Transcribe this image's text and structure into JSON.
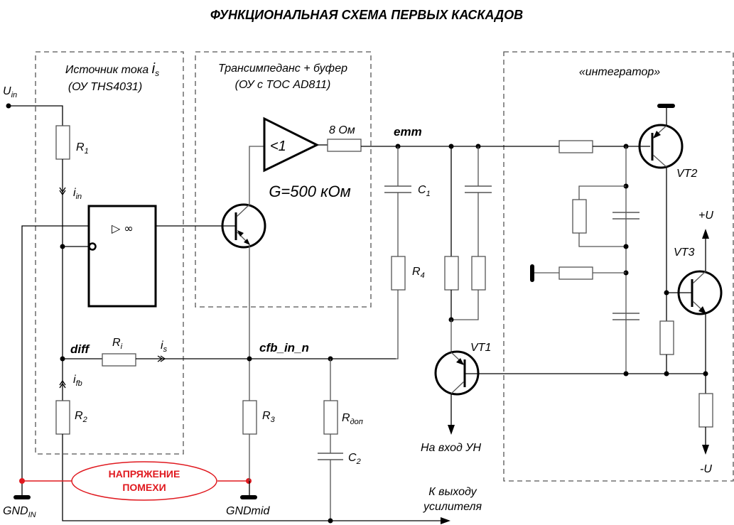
{
  "title": "ФУНКЦИОНАЛЬНАЯ СХЕМА ПЕРВЫХ КАСКАДОВ",
  "blocks": {
    "current_source": {
      "line1": "Источник тока ",
      "line1_sym": "i",
      "line1_sub": "s",
      "line2": "(ОУ THS4031)"
    },
    "transimpedance": {
      "line1": "Трансимпеданс + буфер",
      "line2": "(ОУ с ТОС AD811)",
      "gain": "G=500 кОм",
      "buffer_label": "<1",
      "opamp_label": "▷ ∞"
    },
    "integrator": {
      "label": "«интегратор»"
    }
  },
  "labels": {
    "u_in": {
      "main": "U",
      "sub": "in"
    },
    "r1": {
      "main": "R",
      "sub": "1"
    },
    "i_in": {
      "main": "i",
      "sub": "in"
    },
    "diff": "diff",
    "ri": {
      "main": "R",
      "sub": "i"
    },
    "i_s": {
      "main": "i",
      "sub": "s"
    },
    "i_fb": {
      "main": "i",
      "sub": "fb"
    },
    "r2": {
      "main": "R",
      "sub": "2"
    },
    "gnd_in": {
      "main": "GND",
      "sub": "IN"
    },
    "r_out": "8 Ом",
    "emm": "emm",
    "c1": {
      "main": "C",
      "sub": "1"
    },
    "r4": {
      "main": "R",
      "sub": "4"
    },
    "cfb": "cfb_in_n",
    "r3": {
      "main": "R",
      "sub": "3"
    },
    "r_dop": {
      "main": "R",
      "sub": "доп"
    },
    "c2": {
      "main": "C",
      "sub": "2"
    },
    "gnd_mid": "GNDmid",
    "vt1": "VT1",
    "vt2": "VT2",
    "vt3": "VT3",
    "plus_u": "+U",
    "minus_u": "-U",
    "to_un": "На вход УН",
    "to_amp_out_1": "К выходу",
    "to_amp_out_2": "усилителя",
    "noise_1": "НАПРЯЖЕНИЕ",
    "noise_2": "ПОМЕХИ"
  },
  "colors": {
    "noise": "#e0191f",
    "wire": "#000000",
    "component": "#555555"
  }
}
